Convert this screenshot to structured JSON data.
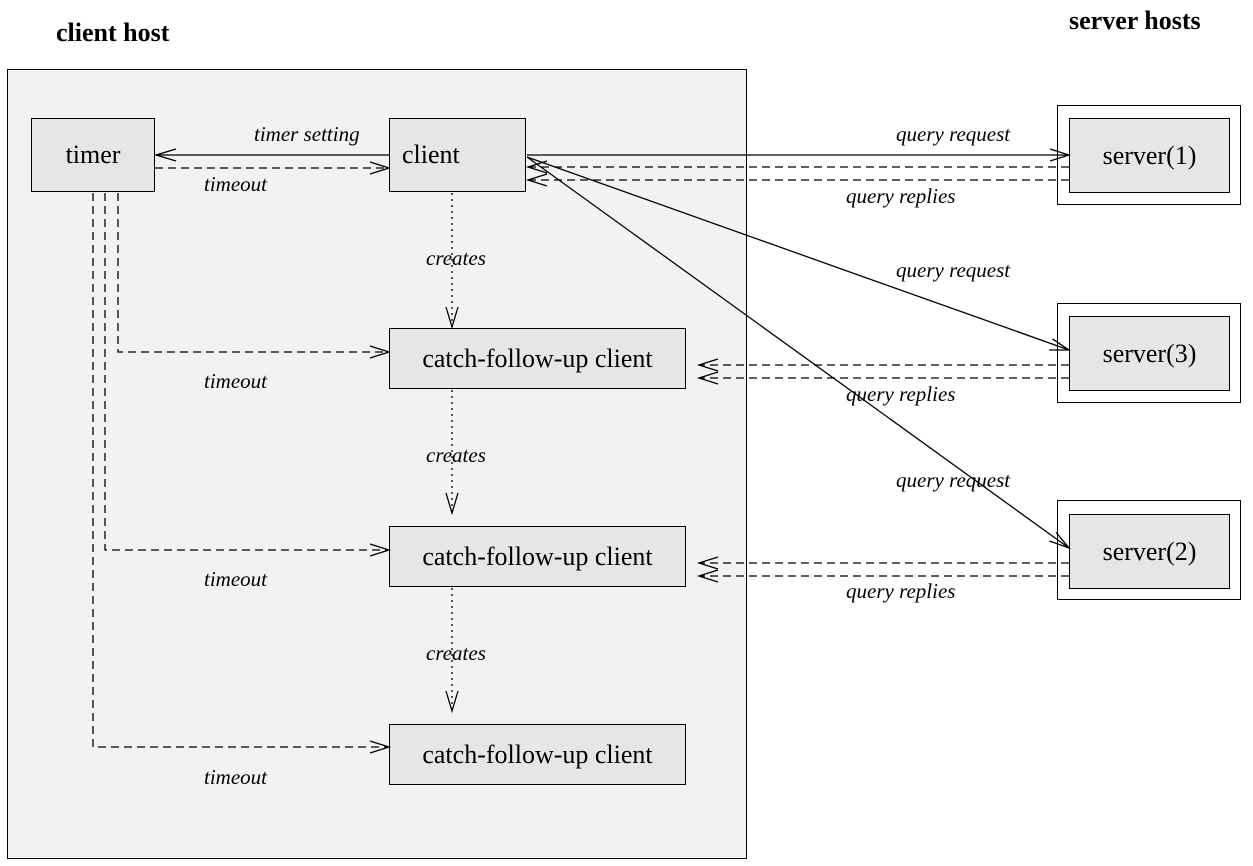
{
  "headings": {
    "client_host": "client host",
    "server_hosts": "server hosts"
  },
  "nodes": {
    "timer": "timer",
    "client": "client",
    "cfu_1": "catch-follow-up client",
    "cfu_2": "catch-follow-up client",
    "cfu_3": "catch-follow-up client",
    "server_1": "server(1)",
    "server_3": "server(3)",
    "server_2": "server(2)"
  },
  "edge_labels": {
    "timer_setting": "timer setting",
    "timeout_client": "timeout",
    "timeout_cfu_1": "timeout",
    "timeout_cfu_2": "timeout",
    "timeout_cfu_3": "timeout",
    "creates_1": "creates",
    "creates_2": "creates",
    "creates_3": "creates",
    "query_request_1": "query request",
    "query_request_3": "query request",
    "query_request_2": "query request",
    "query_replies_1": "query replies",
    "query_replies_3": "query replies",
    "query_replies_2": "query replies"
  },
  "colors": {
    "host_background": "#f2f2f2",
    "box_fill": "#e6e6e6",
    "line": "#000000"
  }
}
